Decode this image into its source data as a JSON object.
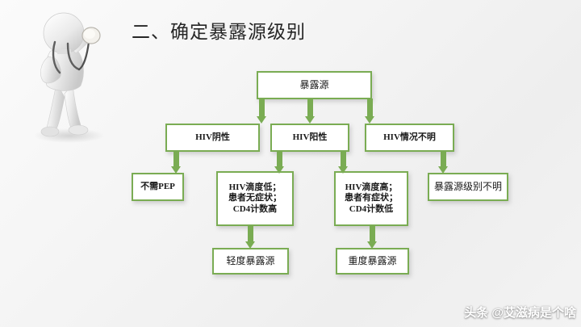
{
  "slide": {
    "title": "二、确定暴露源级别",
    "background_color": "#f2f2f2",
    "accent_color": "#7aac53",
    "box_fill_color": "#ffffff",
    "text_color": "#1a1a1a"
  },
  "figure": {
    "icon_name": "doctor-mannequin-with-stethoscope"
  },
  "flowchart": {
    "nodes": [
      {
        "id": "source",
        "label": "暴露源",
        "style": "plain"
      },
      {
        "id": "hiv-negative",
        "label": "HIV阴性",
        "style": "bold"
      },
      {
        "id": "hiv-positive",
        "label": "HIV阳性",
        "style": "bold"
      },
      {
        "id": "hiv-unknown",
        "label": "HIV情况不明",
        "style": "bold"
      },
      {
        "id": "no-pep",
        "label": "不需PEP",
        "style": "bold"
      },
      {
        "id": "low-titer",
        "label": "HIV滴度低；\n患者无症状；\nCD4计数高",
        "style": "multi"
      },
      {
        "id": "high-titer",
        "label": "HIV滴度高；\n患者有症状；\nCD4计数低",
        "style": "multi"
      },
      {
        "id": "unknown-level",
        "label": "暴露源级别不明",
        "style": "plain"
      },
      {
        "id": "mild-source",
        "label": "轻度暴露源",
        "style": "plain"
      },
      {
        "id": "severe-source",
        "label": "重度暴露源",
        "style": "plain"
      }
    ],
    "edges": [
      {
        "from": "source",
        "to": "hiv-negative"
      },
      {
        "from": "source",
        "to": "hiv-positive"
      },
      {
        "from": "source",
        "to": "hiv-unknown"
      },
      {
        "from": "hiv-negative",
        "to": "no-pep"
      },
      {
        "from": "hiv-positive",
        "to": "low-titer"
      },
      {
        "from": "hiv-positive",
        "to": "high-titer"
      },
      {
        "from": "hiv-unknown",
        "to": "unknown-level"
      },
      {
        "from": "low-titer",
        "to": "mild-source"
      },
      {
        "from": "high-titer",
        "to": "severe-source"
      }
    ]
  },
  "watermark": {
    "text": "头条 @艾滋病是个啥"
  }
}
